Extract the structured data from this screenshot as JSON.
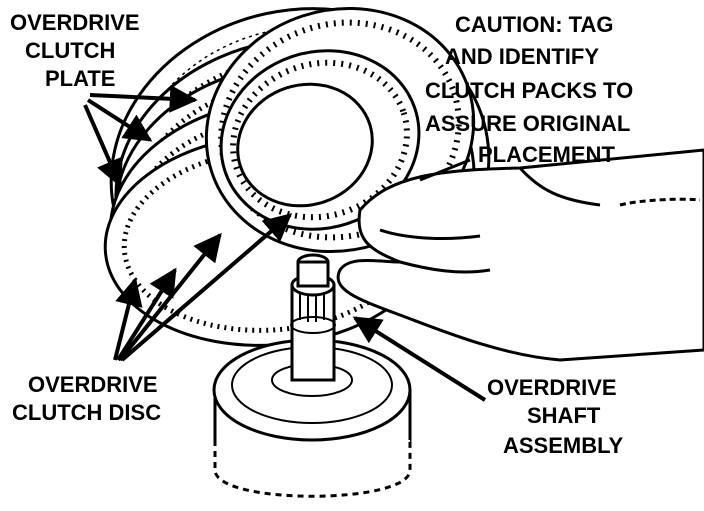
{
  "labels": {
    "plate": [
      "OVERDRIVE",
      "CLUTCH",
      "PLATE"
    ],
    "caution": [
      "CAUTION: TAG",
      "AND IDENTIFY",
      "CLUTCH PACKS TO",
      "ASSURE ORIGINAL",
      "PLACEMENT"
    ],
    "disc": [
      "OVERDRIVE",
      "CLUTCH DISC"
    ],
    "shaft": [
      "OVERDRIVE",
      "SHAFT",
      "ASSEMBLY"
    ]
  },
  "colors": {
    "ink": "#000000",
    "paper": "#ffffff"
  }
}
